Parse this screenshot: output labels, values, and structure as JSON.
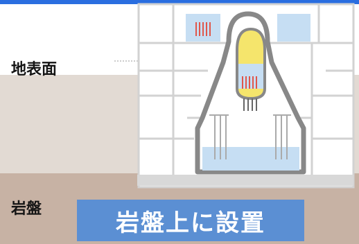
{
  "labels": {
    "ground_surface": "地表面",
    "bedrock": "岩盤",
    "banner": "岩盤上に設置"
  },
  "colors": {
    "top_bar": "#2a6ee0",
    "soil": "#e2dad3",
    "bedrock": "#c7b2a4",
    "building_outline": "#d2d2d2",
    "containment_gray": "#888888",
    "pool_blue": "#c6def3",
    "reactor_yellow": "#f5e56c",
    "fuel_red": "#e0564a",
    "banner_bg": "#5b8fd3"
  },
  "icons": [
    "reactor-building-icon"
  ]
}
